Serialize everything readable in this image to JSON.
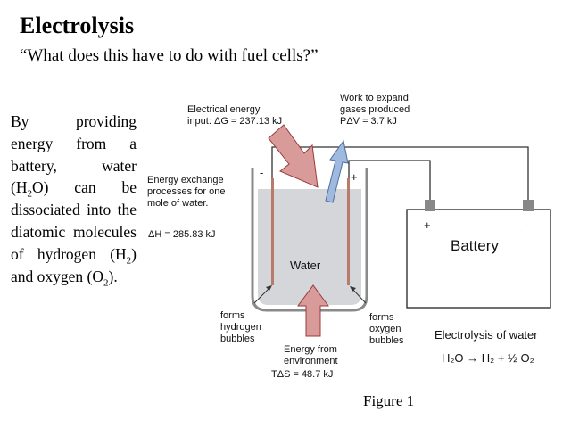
{
  "header": {
    "title": "Electrolysis",
    "subtitle": "“What does this have to do with fuel cells?”"
  },
  "body": {
    "p1": "By providing energy from a battery, water (H",
    "sub_h2o": "2",
    "p2": "O) can be dissociated into the diatomic molecules of hydrogen (H",
    "sub_h2": "2",
    "p3": ") and oxygen (O",
    "sub_o2": "2",
    "p4": ")."
  },
  "figure": {
    "electrical_label_1": "Electrical energy",
    "electrical_label_2": "input: ΔG = 237.13 kJ",
    "work_label_1": "Work to expand",
    "work_label_2": "gases produced",
    "work_label_3": "PΔV = 3.7 kJ",
    "exchange_label_1": "Energy exchange",
    "exchange_label_2": "processes for one",
    "exchange_label_3": "mole of water.",
    "dh_label": "ΔH = 285.83 kJ",
    "water_label": "Water",
    "minus_sign": "-",
    "plus_sign": "+",
    "battery_plus": "+",
    "battery_minus": "-",
    "battery_label": "Battery",
    "h_bubbles_1": "forms",
    "h_bubbles_2": "hydrogen",
    "h_bubbles_3": "bubbles",
    "o_bubbles_1": "forms",
    "o_bubbles_2": "oxygen",
    "o_bubbles_3": "bubbles",
    "env_label_1": "Energy from",
    "env_label_2": "environment",
    "env_label_3": "TΔS = 48.7 kJ",
    "electrolysis_label": "Electrolysis of water",
    "equation": "H₂O → H₂ + ½ O₂",
    "caption": "Figure 1"
  },
  "colors": {
    "water": "#d5d6d9",
    "beaker": "#8a8a8a",
    "red_arrow": "#d99a9a",
    "red_arrow_stroke": "#9b3b3b",
    "blue_arrow": "#9fb9df",
    "electrode": "#b87b6b"
  }
}
